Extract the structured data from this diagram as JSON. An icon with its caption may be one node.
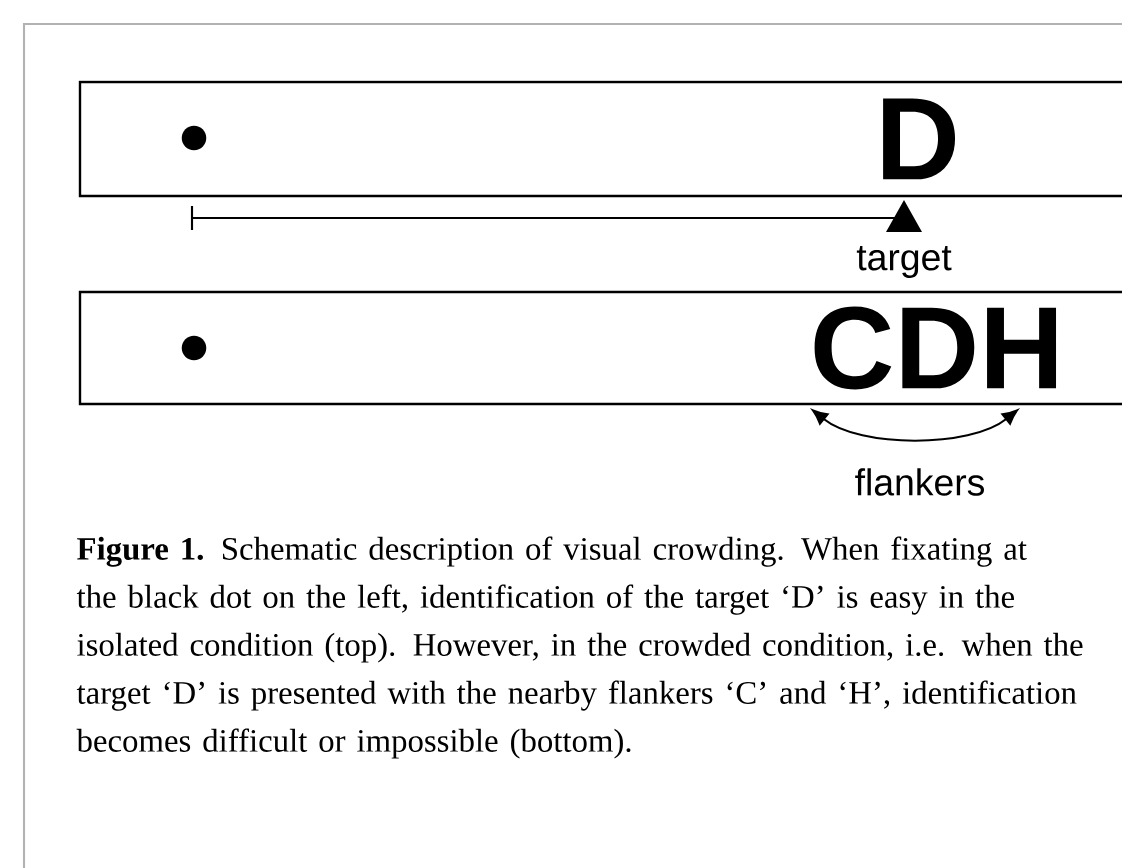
{
  "diagram": {
    "caption": "**Figure 1.** Schematic description of visual crowding. When fixating at the black dot on the left, identification of the target ‘D’ is easy in the isolated condition (top). However, in the crowded condition, i.e. when the target ‘D’ is presented with the nearby flankers ‘C’ and ‘H’, identification becomes difficult or impossible (bottom).",
    "nodes": [
      {
        "text": [
          "D"
        ]
      },
      {
        "text": [
          "CDH"
        ]
      }
    ],
    "labels": [
      "target",
      "flankers"
    ]
  }
}
